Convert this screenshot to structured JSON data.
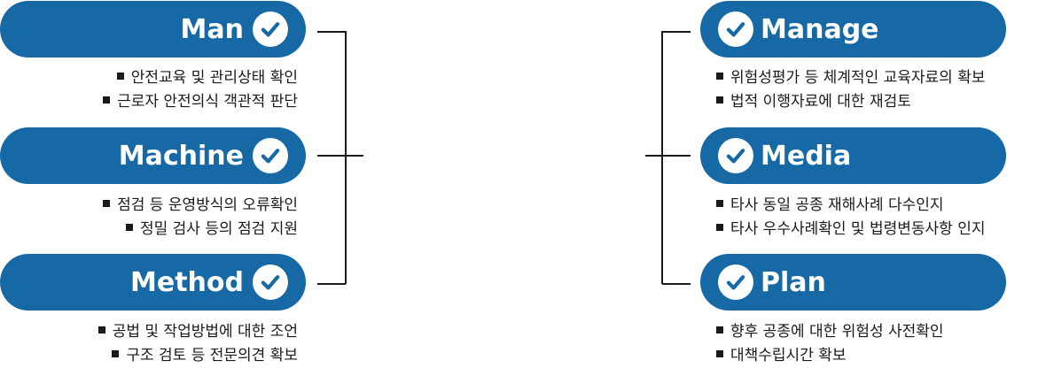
{
  "colors": {
    "pill": "#1769a6",
    "text": "#1a1a1a",
    "line": "#1a1a1a"
  },
  "left": [
    {
      "title": "Man",
      "icon": "check-circle-icon",
      "bullets": [
        "안전교육 및 관리상태 확인",
        "근로자 안전의식 객관적 판단"
      ]
    },
    {
      "title": "Machine",
      "icon": "check-circle-icon",
      "bullets": [
        "점검 등 운영방식의 오류확인",
        "정밀 검사 등의 점검 지원"
      ]
    },
    {
      "title": "Method",
      "icon": "check-circle-icon",
      "bullets": [
        "공법 및 작업방법에 대한 조언",
        "구조 검토 등 전문의견 확보"
      ]
    }
  ],
  "right": [
    {
      "title": "Manage",
      "icon": "check-circle-icon",
      "bullets": [
        "위험성평가 등 체계적인 교육자료의 확보",
        "법적 이행자료에 대한 재검토"
      ]
    },
    {
      "title": "Media",
      "icon": "check-circle-icon",
      "bullets": [
        "타사 동일 공종 재해사례 다수인지",
        "타사 우수사례확인 및 법령변동사항 인지"
      ]
    },
    {
      "title": "Plan",
      "icon": "check-circle-icon",
      "bullets": [
        "향후 공종에 대한 위험성 사전확인",
        "대책수립시간 확보"
      ]
    }
  ]
}
